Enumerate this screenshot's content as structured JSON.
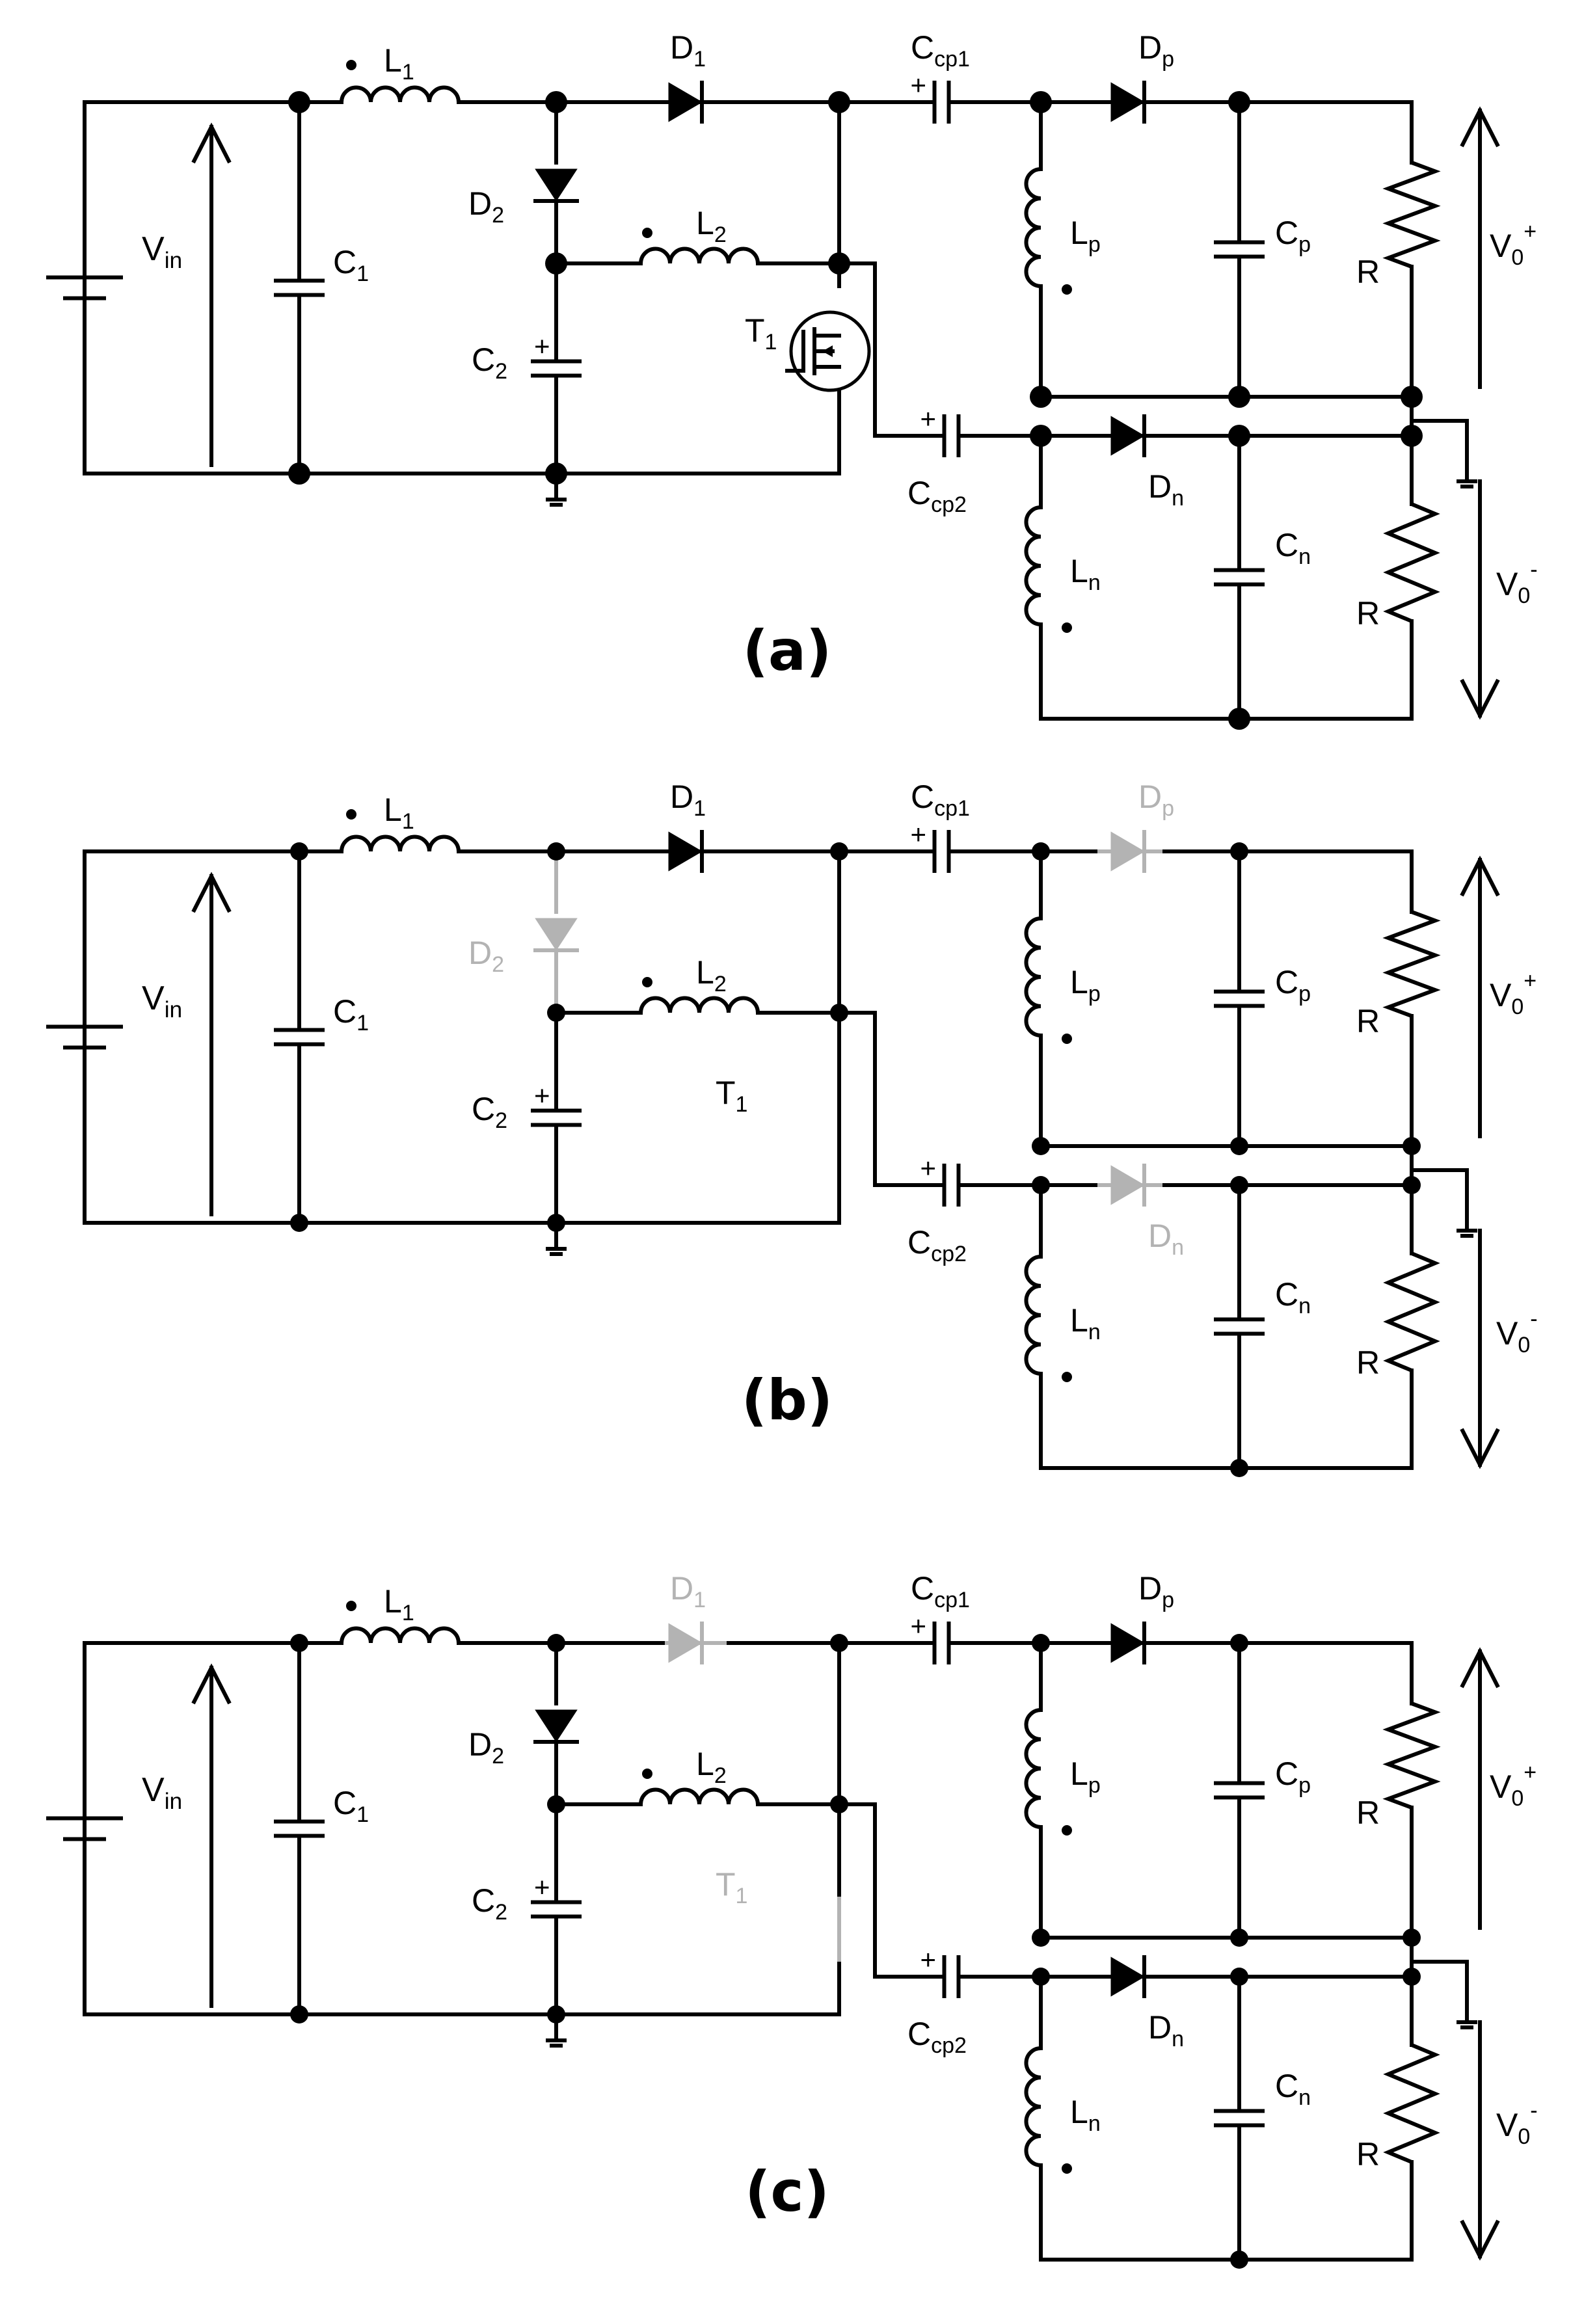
{
  "colors": {
    "active": "#000000",
    "inactive": "#b3b3b3",
    "background": "#ffffff"
  },
  "icons": {
    "battery": "dc-source-icon",
    "capacitor": "capacitor-icon",
    "polar_capacitor": "polarized-capacitor-icon",
    "inductor": "inductor-icon",
    "diode": "diode-icon",
    "resistor": "resistor-icon",
    "mosfet": "mosfet-icon",
    "ground": "ground-icon",
    "voltage_arrow": "arrow-icon"
  },
  "panels": [
    {
      "caption": "(a)",
      "labels": {
        "vin": "V",
        "vin_sub": "in",
        "c1": "C",
        "c1_sub": "1",
        "l1": "L",
        "l1_sub": "1",
        "d1": "D",
        "d1_sub": "1",
        "d2": "D",
        "d2_sub": "2",
        "l2": "L",
        "l2_sub": "2",
        "c2": "C",
        "c2_sub": "2",
        "t1": "T",
        "t1_sub": "1",
        "ccp1": "C",
        "ccp1_sub": "cp1",
        "ccp2": "C",
        "ccp2_sub": "cp2",
        "dp": "D",
        "dp_sub": "p",
        "dn": "D",
        "dn_sub": "n",
        "lp": "L",
        "lp_sub": "p",
        "ln": "L",
        "ln_sub": "n",
        "cp": "C",
        "cp_sub": "p",
        "cn": "C",
        "cn_sub": "n",
        "r_top": "R",
        "r_bot": "R",
        "vo_pos": "V",
        "vo_pos_sub": "0",
        "vo_pos_sup": "+",
        "vo_neg": "V",
        "vo_neg_sub": "0",
        "vo_neg_sup": "-",
        "plus": "+"
      },
      "state": {
        "d1": "on",
        "d2": "on",
        "dp": "on",
        "dn": "on",
        "t1": "shown"
      }
    },
    {
      "caption": "(b)",
      "labels": {
        "vin": "V",
        "vin_sub": "in",
        "c1": "C",
        "c1_sub": "1",
        "l1": "L",
        "l1_sub": "1",
        "d1": "D",
        "d1_sub": "1",
        "d2": "D",
        "d2_sub": "2",
        "l2": "L",
        "l2_sub": "2",
        "c2": "C",
        "c2_sub": "2",
        "t1": "T",
        "t1_sub": "1",
        "ccp1": "C",
        "ccp1_sub": "cp1",
        "ccp2": "C",
        "ccp2_sub": "cp2",
        "dp": "D",
        "dp_sub": "p",
        "dn": "D",
        "dn_sub": "n",
        "lp": "L",
        "lp_sub": "p",
        "ln": "L",
        "ln_sub": "n",
        "cp": "C",
        "cp_sub": "p",
        "cn": "C",
        "cn_sub": "n",
        "r_top": "R",
        "r_bot": "R",
        "vo_pos": "V",
        "vo_pos_sub": "0",
        "vo_pos_sup": "+",
        "vo_neg": "V",
        "vo_neg_sub": "0",
        "vo_neg_sup": "-",
        "plus": "+"
      },
      "state": {
        "d1": "on",
        "d2": "off",
        "dp": "off",
        "dn": "off",
        "t1": "closed"
      }
    },
    {
      "caption": "(c)",
      "labels": {
        "vin": "V",
        "vin_sub": "in",
        "c1": "C",
        "c1_sub": "1",
        "l1": "L",
        "l1_sub": "1",
        "d1": "D",
        "d1_sub": "1",
        "d2": "D",
        "d2_sub": "2",
        "l2": "L",
        "l2_sub": "2",
        "c2": "C",
        "c2_sub": "2",
        "t1": "T",
        "t1_sub": "1",
        "ccp1": "C",
        "ccp1_sub": "cp1",
        "ccp2": "C",
        "ccp2_sub": "cp2",
        "dp": "D",
        "dp_sub": "p",
        "dn": "D",
        "dn_sub": "n",
        "lp": "L",
        "lp_sub": "p",
        "ln": "L",
        "ln_sub": "n",
        "cp": "C",
        "cp_sub": "p",
        "cn": "C",
        "cn_sub": "n",
        "r_top": "R",
        "r_bot": "R",
        "vo_pos": "V",
        "vo_pos_sub": "0",
        "vo_pos_sup": "+",
        "vo_neg": "V",
        "vo_neg_sub": "0",
        "vo_neg_sup": "-",
        "plus": "+"
      },
      "state": {
        "d1": "off",
        "d2": "on",
        "dp": "on",
        "dn": "on",
        "t1": "open"
      }
    }
  ]
}
